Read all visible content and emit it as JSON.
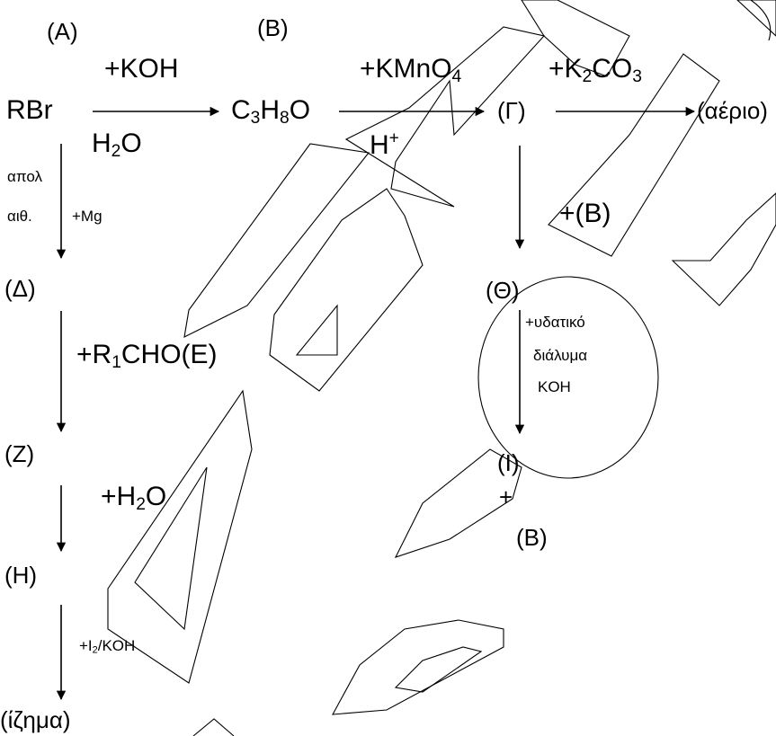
{
  "labels": {
    "A": "(A)",
    "B": "(B)",
    "G": "(Γ)",
    "D": "(Δ)",
    "Z": "(Z)",
    "H": "(H)",
    "Th": "(Θ)",
    "I": "(I)",
    "B2": "(B)",
    "gas": "(αέριο)",
    "precipitate": "(ίζημα)"
  },
  "compounds": {
    "rbr": "RBr",
    "c3h8o": {
      "c": "C",
      "n3": "3",
      "h": "H",
      "n8": "8",
      "o": "O"
    }
  },
  "reagents": {
    "koh": "+KOH",
    "h2o": {
      "h": "H",
      "n2": "2",
      "o": "O"
    },
    "kmno4": {
      "pre": "+KMnO",
      "n4": "4"
    },
    "hplus": {
      "h": "H",
      "plus": "+"
    },
    "k2co3": {
      "pre": "+K",
      "n2": "2",
      "co": "CO",
      "n3": "3"
    },
    "apol": "απολ",
    "aith": "αιθ.",
    "mg": "+Mg",
    "r1cho": {
      "pre": "+R",
      "n1": "1",
      "post": "CHO(E)"
    },
    "plus_b": "+(B)",
    "water_h2o": {
      "pre": "+H",
      "n2": "2",
      "o": "O"
    },
    "aq1": "+υδατικό",
    "aq2": "διάλυμα",
    "aq3": "KOH",
    "plus": "+",
    "i2koh": {
      "pre": "+I",
      "n2": "2",
      "post": "/KOH"
    }
  },
  "watermark_letters": [
    "Δ",
    "Ι",
    "Α",
    "Κ",
    "Ρ",
    "Ι",
    "Γ",
    "Ω",
    "Σ"
  ]
}
